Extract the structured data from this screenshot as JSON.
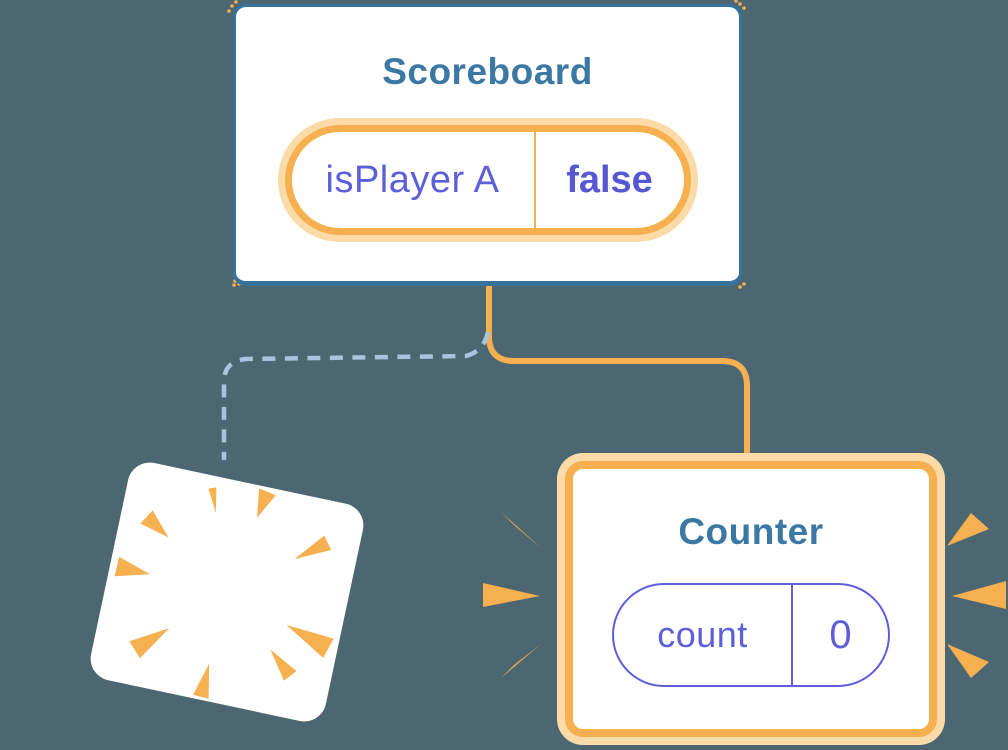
{
  "diagram": {
    "background_color": "#4D6772",
    "accent_orange": "#F6B050",
    "accent_orange_pale": "#FBDBA7",
    "accent_purple": "#5E5EDB",
    "accent_blue_border": "#35739C",
    "title_color": "#3B78A4",
    "dashed_line_color": "#A9C4DB",
    "scoreboard": {
      "title": "Scoreboard",
      "state": {
        "key": "isPlayer A",
        "value": "false"
      }
    },
    "counter": {
      "title": "Counter",
      "state": {
        "key": "count",
        "value": "0"
      }
    }
  }
}
